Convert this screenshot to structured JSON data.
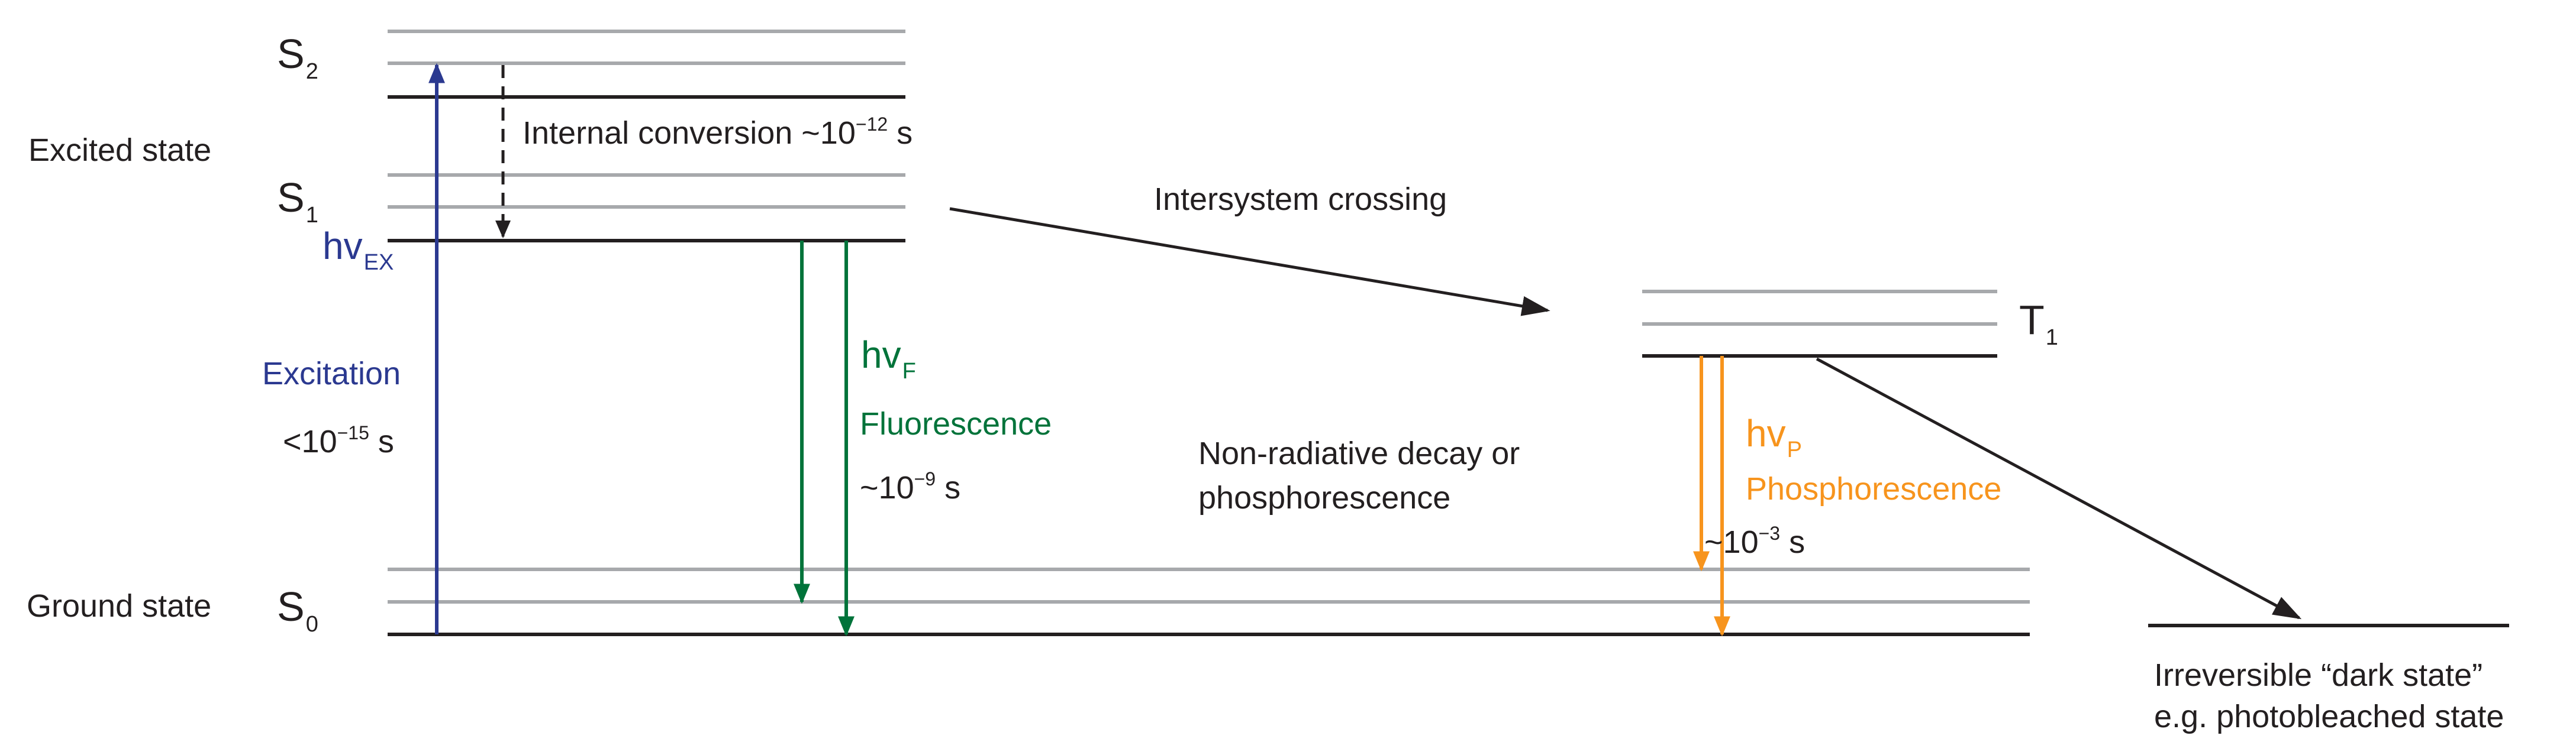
{
  "colors": {
    "level_gray": "#a7a9ac",
    "level_dark": "#231f20",
    "text": "#231f20",
    "excitation": "#2b3990",
    "fluorescence": "#00733a",
    "phosphorescence": "#f7941d"
  },
  "states": {
    "excited": "Excited state",
    "ground": "Ground state",
    "s2": {
      "main": "S",
      "sub": "2"
    },
    "s1": {
      "main": "S",
      "sub": "1"
    },
    "s0": {
      "main": "S",
      "sub": "0"
    },
    "t1": {
      "main": "T",
      "sub": "1"
    }
  },
  "excitation": {
    "photon_main": "hv",
    "photon_sub": "EX",
    "label": "Excitation",
    "time_prefix": "<10",
    "time_exp": "−15",
    "time_unit": " s"
  },
  "internal_conversion": {
    "label": "Internal conversion ~10",
    "time_exp": "−12",
    "time_unit": " s"
  },
  "fluorescence": {
    "photon_main": "hv",
    "photon_sub": "F",
    "label": "Fluorescence",
    "time_prefix": "~10",
    "time_exp": "−9",
    "time_unit": " s"
  },
  "intersystem_crossing": {
    "label": "Intersystem crossing"
  },
  "nonradiative": {
    "line1": "Non-radiative decay or",
    "line2": "phosphorescence"
  },
  "phosphorescence": {
    "photon_main": "hv",
    "photon_sub": "P",
    "label": "Phosphorescence",
    "time_prefix": "~10",
    "time_exp": "−3",
    "time_unit": " s"
  },
  "dark_state": {
    "line1": "Irreversible “dark state”",
    "line2": "e.g. photobleached state"
  }
}
